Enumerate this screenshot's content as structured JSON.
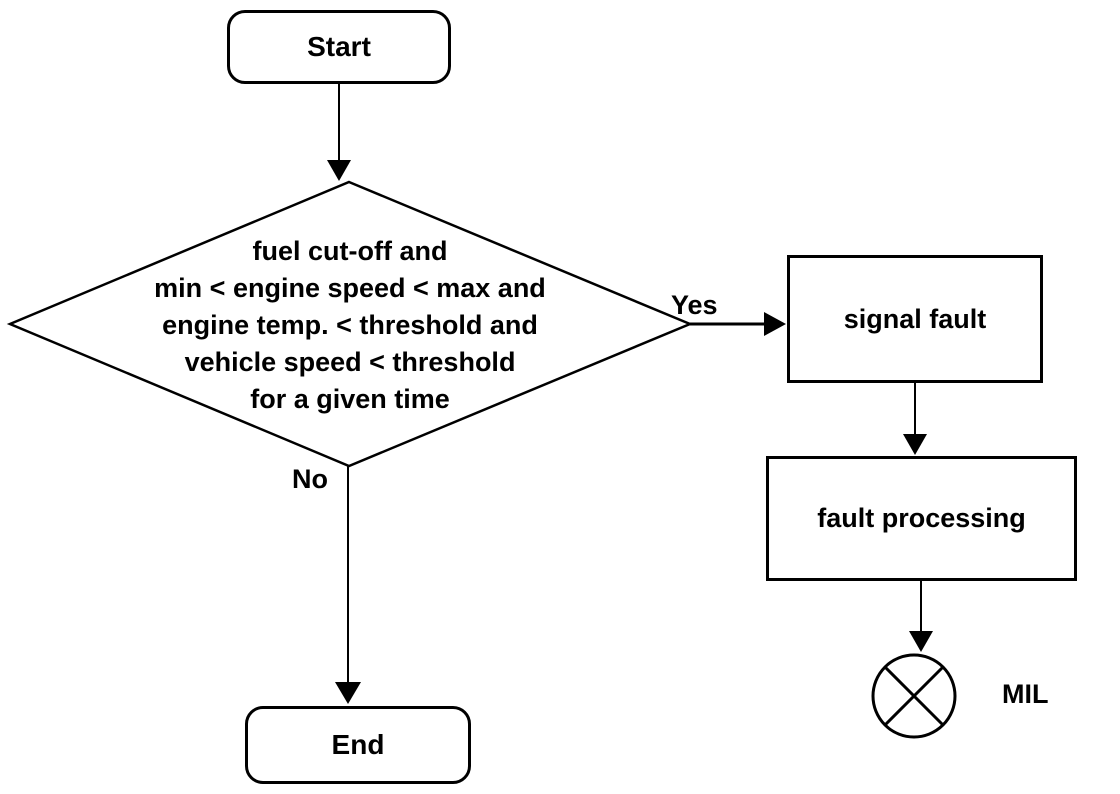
{
  "nodes": {
    "start": {
      "label": "Start",
      "shape": "rounded-terminator"
    },
    "condition": {
      "shape": "decision-diamond",
      "lines": [
        "fuel cut-off and",
        "min < engine speed < max and",
        "engine temp. < threshold and",
        "vehicle speed < threshold",
        "for a given time"
      ]
    },
    "signal_fault": {
      "label": "signal fault",
      "shape": "process-rectangle"
    },
    "fault_processing": {
      "label": "fault processing",
      "shape": "process-rectangle"
    },
    "end": {
      "label": "End",
      "shape": "rounded-terminator"
    },
    "mil": {
      "label": "MIL",
      "icon": "indicator-lamp-icon"
    }
  },
  "edges": {
    "yes_label": "Yes",
    "no_label": "No"
  },
  "colors": {
    "line": "#000000",
    "background": "#ffffff"
  }
}
